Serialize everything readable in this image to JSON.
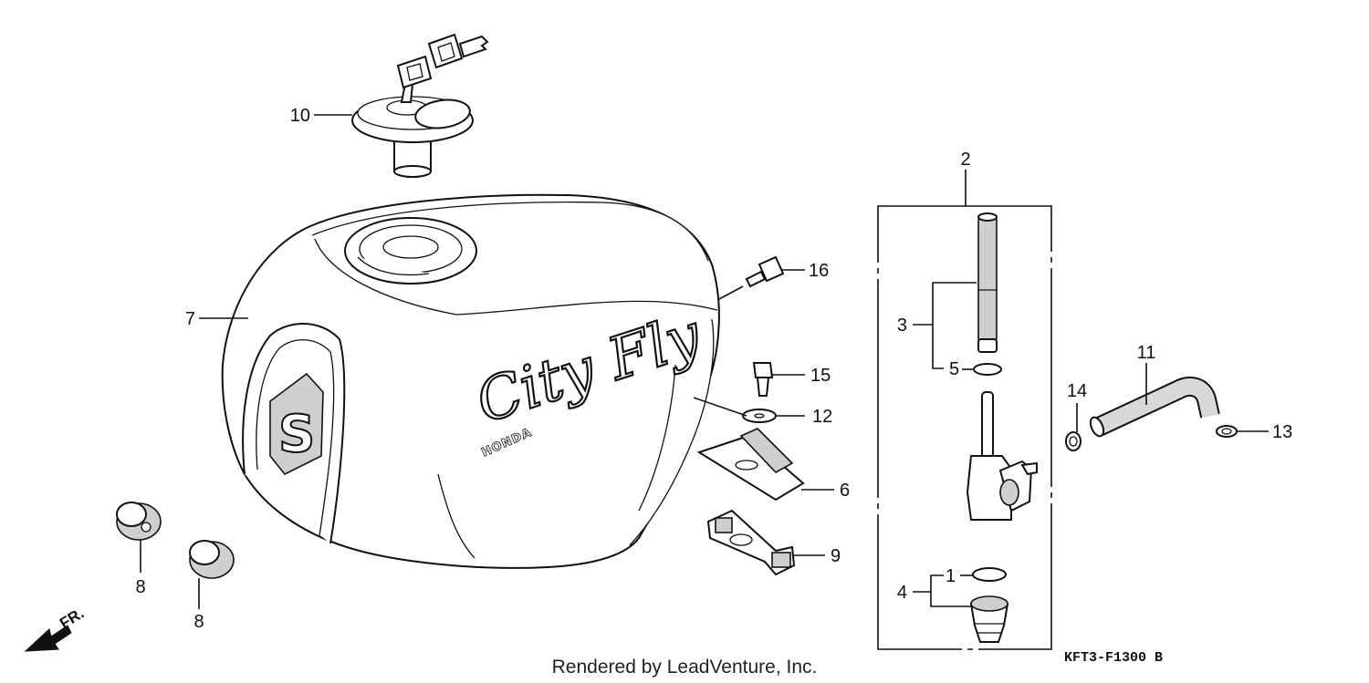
{
  "diagram": {
    "parts": [
      {
        "num": "10",
        "part": "fuel-cap-with-keys"
      },
      {
        "num": "7",
        "part": "fuel-tank"
      },
      {
        "num": "16",
        "part": "bolt"
      },
      {
        "num": "15",
        "part": "bolt"
      },
      {
        "num": "12",
        "part": "washer"
      },
      {
        "num": "6",
        "part": "bracket"
      },
      {
        "num": "9",
        "part": "mount"
      },
      {
        "num": "8",
        "part": "cushion-rubber"
      },
      {
        "num": "8",
        "part": "cushion-rubber"
      },
      {
        "num": "2",
        "part": "fuel-cock-assembly"
      },
      {
        "num": "3",
        "part": "strainer"
      },
      {
        "num": "5",
        "part": "o-ring"
      },
      {
        "num": "1",
        "part": "o-ring"
      },
      {
        "num": "4",
        "part": "cup"
      },
      {
        "num": "11",
        "part": "fuel-tube"
      },
      {
        "num": "14",
        "part": "clip"
      },
      {
        "num": "13",
        "part": "clip"
      }
    ],
    "brand_script": "City Fly",
    "brand_small": "HONDA",
    "emblem_letter": "S",
    "diagram_code": "KFT3-F1300 B",
    "credit": "Rendered by LeadVenture, Inc.",
    "direction_label": "FR."
  }
}
